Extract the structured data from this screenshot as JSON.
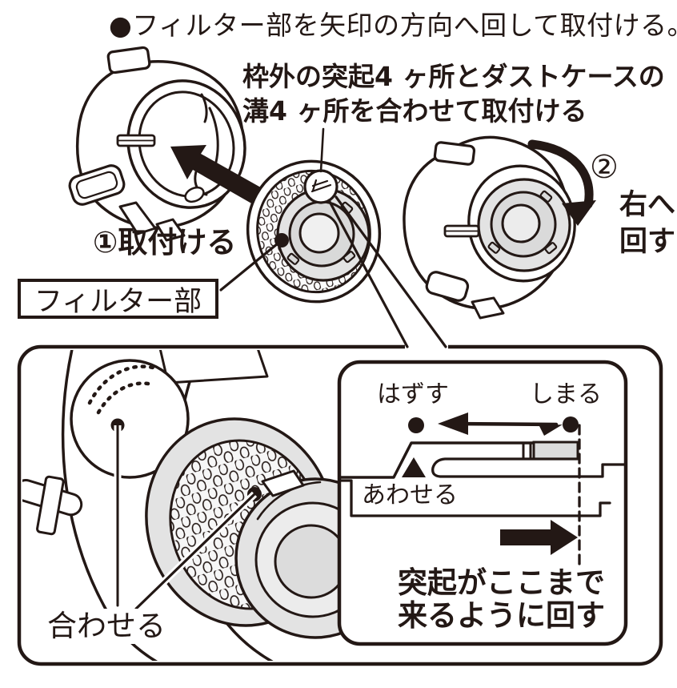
{
  "instruction": {
    "text": "●フィルター部を矢印の方向へ回して取付ける。"
  },
  "note": {
    "line1": "枠外の突起4 ヶ所とダストケースの",
    "line2": "溝4 ヶ所を合わせて取付ける"
  },
  "labels": {
    "step1": "①取付ける",
    "step2_number": "②",
    "step2_line1": "右へ",
    "step2_line2": "回す",
    "filter_part": "フィルター部",
    "closeup_align": "合わせる"
  },
  "inset": {
    "remove_label": "はずす",
    "tighten_label": "しまる",
    "align_label": "あわせる",
    "note_line1": "突起がここまで",
    "note_line2": "来るように回す"
  },
  "icons": {
    "bullet": "filled-circle",
    "attach_arrow": "thick-arrow-up-left",
    "rotate_arrow": "curved-thick-arrow-clockwise",
    "swing_arrow": "double-headed-horizontal-arrow",
    "protrusion_arrow": "thick-arrow-right",
    "align_marker": "filled-triangle-up",
    "position_marker": "filled-dot",
    "magnifier_region": "callout-circle"
  },
  "colors": {
    "ink": "#231815",
    "part_gray": "#e3e3e3",
    "part_gray_dark": "#d9d9d9",
    "groove_gray": "#dcdcdc",
    "background": "#ffffff"
  }
}
